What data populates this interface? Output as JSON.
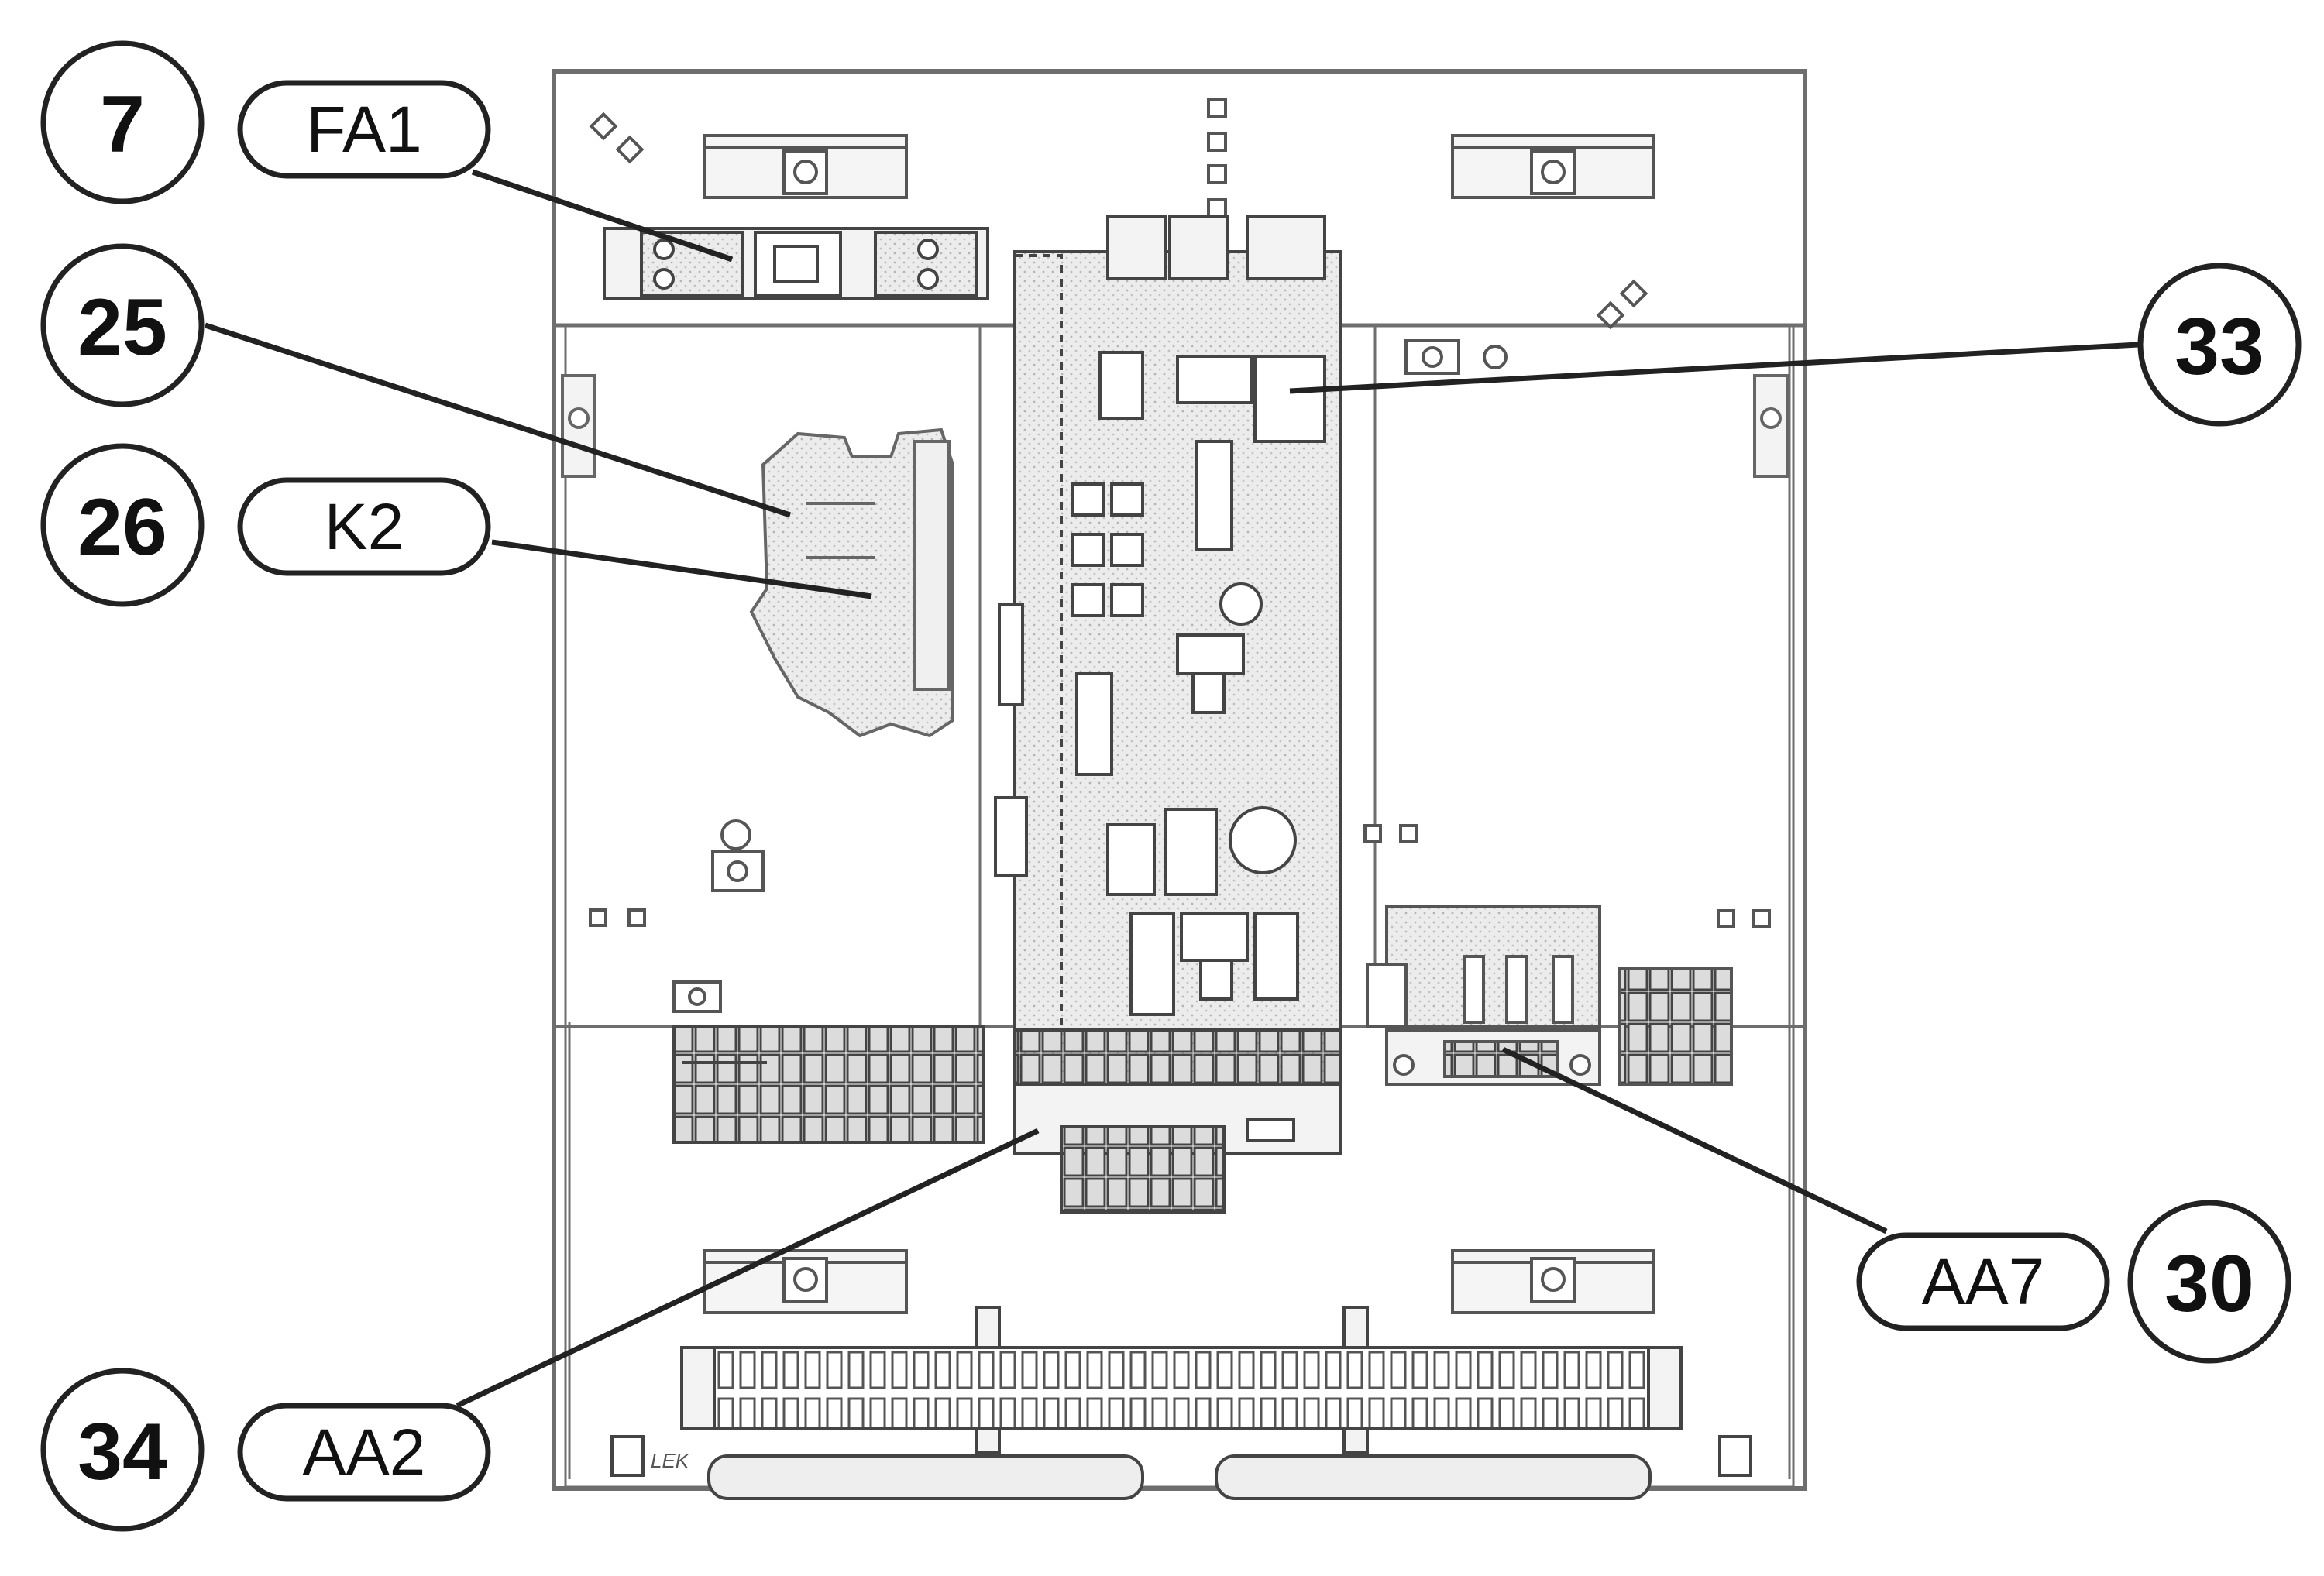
{
  "callouts": {
    "c7": {
      "number": "7",
      "label": "FA1"
    },
    "c25": {
      "number": "25"
    },
    "c26": {
      "number": "26",
      "label": "K2"
    },
    "c33": {
      "number": "33"
    },
    "c30": {
      "number": "30",
      "label": "AA7"
    },
    "c34": {
      "number": "34",
      "label": "AA2"
    }
  },
  "brand_mark": "LEK",
  "colors": {
    "line": "#222222",
    "panel_line": "#8a8a8a",
    "component_fill": "#e6e6e6",
    "background": "#ffffff"
  }
}
